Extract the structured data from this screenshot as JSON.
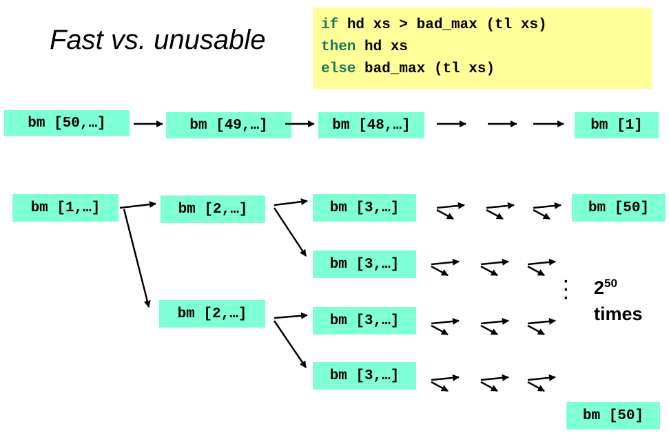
{
  "title": "Fast vs. unusable",
  "code": {
    "line1_kw": "if",
    "line1_rest": " hd xs > bad_max (tl xs)",
    "line2_kw": "then",
    "line2_rest": " hd xs",
    "line3_kw": "else",
    "line3_rest": " bad_max (tl xs)"
  },
  "fast_row": {
    "box1": "bm [50,…]",
    "box2": "bm [49,…]",
    "box3": "bm [48,…]",
    "box4": "bm [1]"
  },
  "tree": {
    "root": "bm [1,…]",
    "l1_top": "bm [2,…]",
    "l1_bottom": "bm [2,…]",
    "l2_a": "bm [3,…]",
    "l2_b": "bm [3,…]",
    "l2_c": "bm [3,…]",
    "l2_d": "bm [3,…]",
    "end_top": "bm [50]",
    "end_bottom": "bm [50]"
  },
  "note": {
    "base": "2",
    "exponent": "50",
    "word": "times"
  }
}
